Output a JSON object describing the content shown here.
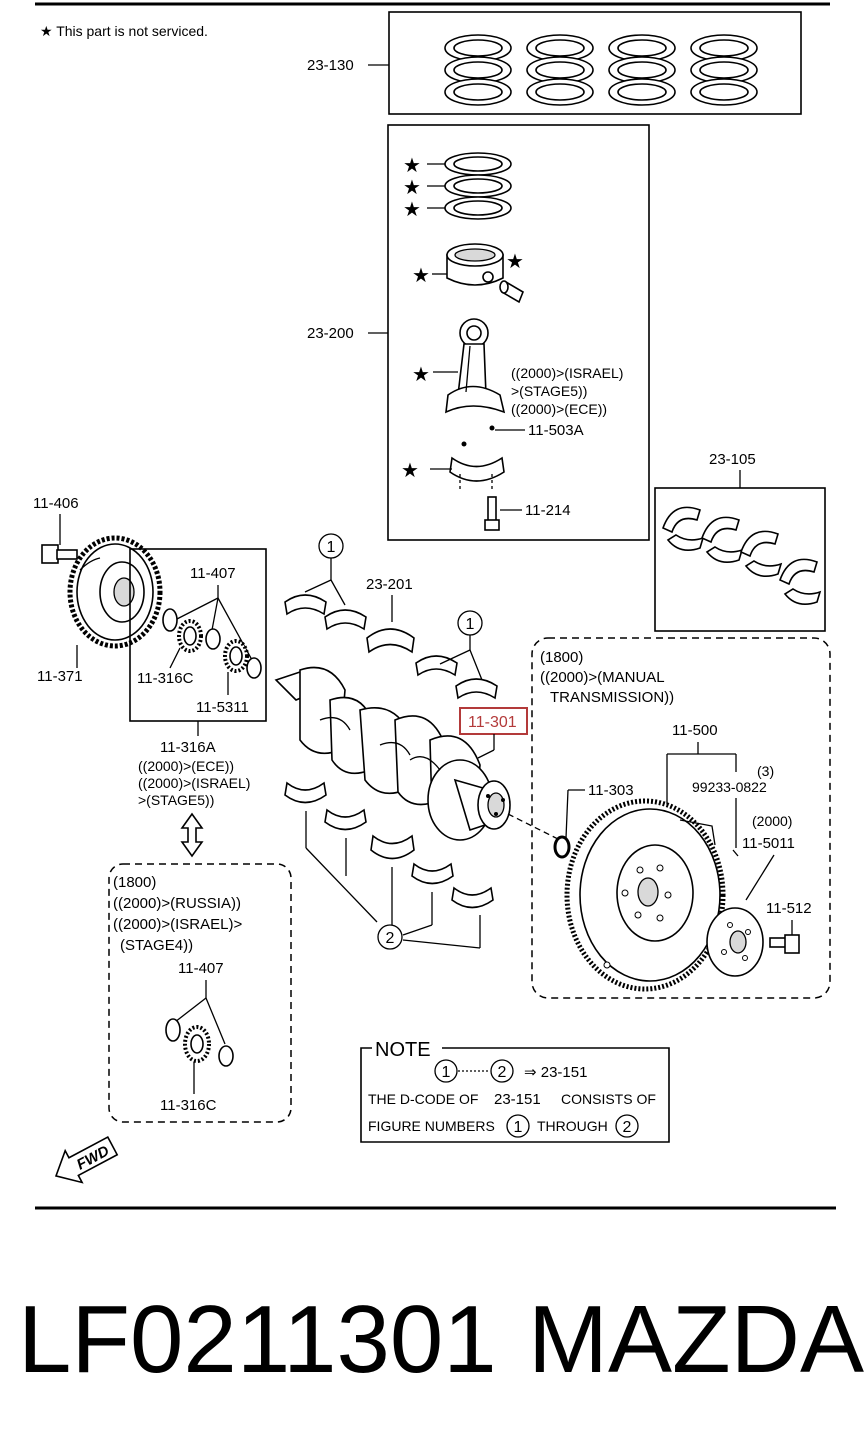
{
  "note_top": "★ This part is not serviced.",
  "labels": {
    "l23_130": "23-130",
    "l23_200": "23-200",
    "l23_105": "23-105",
    "l23_201": "23-201",
    "l11_406": "11-406",
    "l11_371": "11-371",
    "l11_407_a": "11-407",
    "l11_316c_a": "11-316C",
    "l11_5311": "11-5311",
    "l11_316a": "11-316A",
    "l11_503a": "11-503A",
    "l11_214": "11-214",
    "l11_301": "11-301",
    "l11_303": "11-303",
    "l11_500": "11-500",
    "l99233": "99233-0822",
    "l99233_qty": "(3)",
    "l2000": "(2000)",
    "l11_5011": "11-5011",
    "l11_512": "11-512",
    "l11_407_b": "11-407",
    "l11_316c_b": "11-316C"
  },
  "conditions": {
    "rod": [
      "((2000)>(ISRAEL)",
      ">(STAGE5))",
      "((2000)>(ECE))"
    ],
    "seal_a": [
      "((2000)>(ECE))",
      "((2000)>(ISRAEL)",
      ">(STAGE5))"
    ],
    "flywheel": [
      "(1800)",
      "((2000)>(MANUAL",
      "TRANSMISSION))"
    ],
    "seal_b": [
      "(1800)",
      "((2000)>(RUSSIA))",
      "((2000)>(ISRAEL)>",
      "(STAGE4))"
    ]
  },
  "figure_marks": {
    "one": "1",
    "two": "2"
  },
  "note_box": {
    "title": "NOTE",
    "arrow_target": "⇒ 23-151",
    "line2_a": "THE D-CODE OF",
    "line2_b": "23-151",
    "line2_c": "CONSISTS OF",
    "line3_a": "FIGURE NUMBERS",
    "line3_b": "THROUGH"
  },
  "fwd": "FWD",
  "part_number": "LF0211301",
  "brand": "MAZDA",
  "highlight_color": "#b33a3a"
}
